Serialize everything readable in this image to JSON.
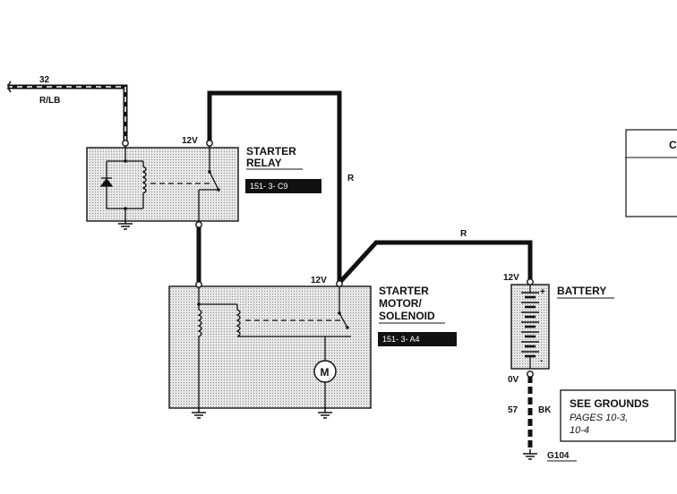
{
  "wires": {
    "input_circuit": "32",
    "input_color": "R/LB",
    "relay_to_solenoid_color": "R",
    "battery_feed_color": "R",
    "ground_circuit": "57",
    "ground_color": "BK"
  },
  "relay": {
    "voltage": "12V",
    "title_line1": "STARTER",
    "title_line2": "RELAY",
    "ref": "151-   3-    C9"
  },
  "solenoid": {
    "voltage": "12V",
    "title_line1": "STARTER",
    "title_line2": "MOTOR/",
    "title_line3": "SOLENOID",
    "ref": "151-   3-    A4",
    "motor_symbol": "M"
  },
  "battery": {
    "title": "BATTERY",
    "voltage_top": "12V",
    "voltage_bottom": "0V",
    "plus": "+",
    "minus": "-"
  },
  "grounds_note": {
    "title": "SEE GROUNDS",
    "line1": "PAGES 10-3,",
    "line2": "10-4"
  },
  "ground_point": "G104",
  "side_box": {
    "label": "C"
  }
}
